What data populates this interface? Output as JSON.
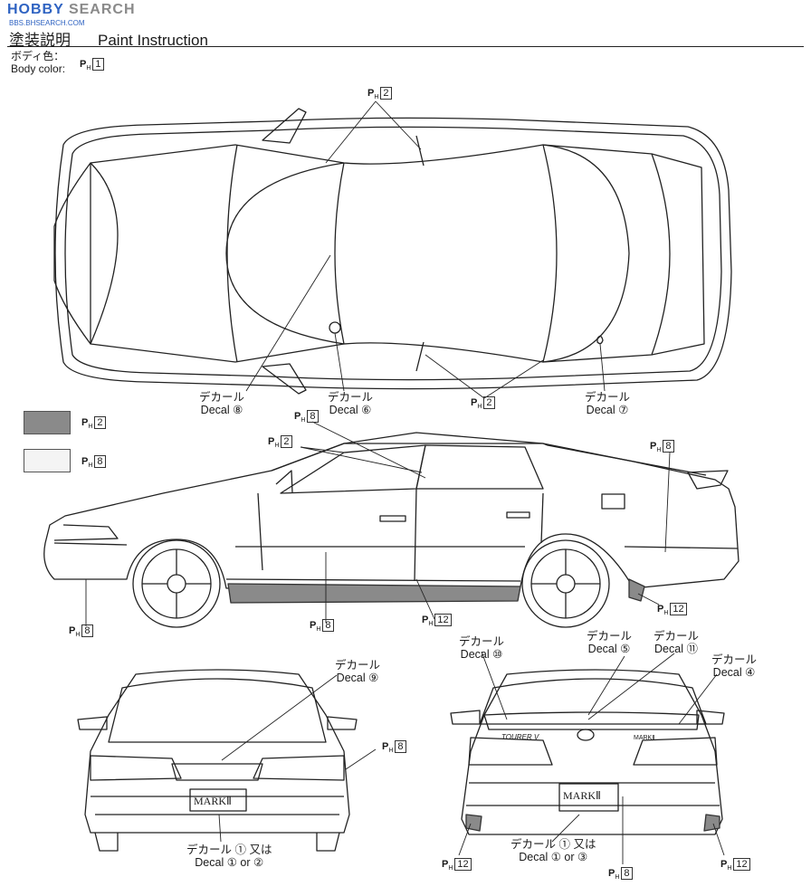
{
  "header": {
    "logo_text": "SEARCH",
    "logo_prefix": "HOBBY",
    "watermark_sub": "BBS.BHSEARCH.COM",
    "title_jp": "塗装説明",
    "title_en": "Paint Instruction"
  },
  "body_color": {
    "label_jp": "ボディ色：",
    "label_en": "Body color:",
    "paint": "1"
  },
  "legend": [
    {
      "paint": "2",
      "fill": "#8a8a8a"
    },
    {
      "paint": "8",
      "fill": "#f4f4f4"
    }
  ],
  "top_view": {
    "paint_top": "2",
    "paint_bottom": "2",
    "decal_8": {
      "jp": "デカール",
      "en": "Decal",
      "num": "⑧"
    },
    "decal_6": {
      "jp": "デカール",
      "en": "Decal",
      "num": "⑥"
    },
    "decal_7": {
      "jp": "デカール",
      "en": "Decal",
      "num": "⑦"
    }
  },
  "side_view": {
    "paint_a": "8",
    "paint_b": "2",
    "paint_c": "8",
    "paint_front": "8",
    "paint_sill": "8",
    "paint_lower_door": "12",
    "paint_rear_lower": "12"
  },
  "front_view": {
    "decal_9": {
      "jp": "デカール",
      "en": "Decal",
      "num": "⑨"
    },
    "paint_side": "8",
    "plate_text": "MARKⅡ",
    "decal_bottom": {
      "jp": "デカール",
      "en": "Decal",
      "num_a": "①",
      "or_jp": "又は",
      "or_en": "or",
      "num_b": "②"
    }
  },
  "rear_view": {
    "decal_10": {
      "jp": "デカール",
      "en": "Decal",
      "num": "⑩"
    },
    "decal_5": {
      "jp": "デカール",
      "en": "Decal",
      "num": "⑤"
    },
    "decal_11": {
      "jp": "デカール",
      "en": "Decal",
      "num": "⑪"
    },
    "decal_4": {
      "jp": "デカール",
      "en": "Decal",
      "num": "④"
    },
    "plate_text": "MARKⅡ",
    "badge_tourer": "TOURER V",
    "badge_mark": "MARKⅡ",
    "decal_bottom": {
      "jp": "デカール",
      "en": "Decal",
      "num_a": "①",
      "or_jp": "又は",
      "or_en": "or",
      "num_b": "③"
    },
    "paint_left": "12",
    "paint_center": "8",
    "paint_right": "12"
  }
}
